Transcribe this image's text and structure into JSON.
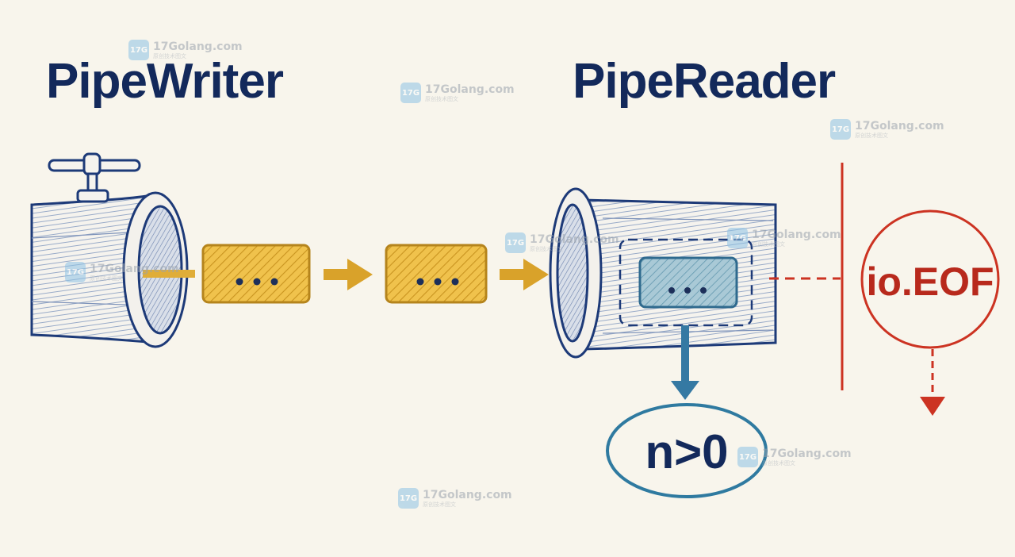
{
  "diagram": {
    "writer_title": "PipeWriter",
    "reader_title": "PipeReader",
    "chunk_label": "• • •",
    "result_label": "n>0",
    "eof_label": "io.EOF"
  },
  "watermark": {
    "site": "17Golang.com",
    "tagline": "原创技术图文",
    "logo_text": "17G"
  },
  "colors": {
    "navy": "#13295b",
    "gold": "#e8b13a",
    "gold_arrow": "#d9a22a",
    "teal": "#2f7aa0",
    "red": "#cc3322",
    "background": "#f8f5ec"
  }
}
